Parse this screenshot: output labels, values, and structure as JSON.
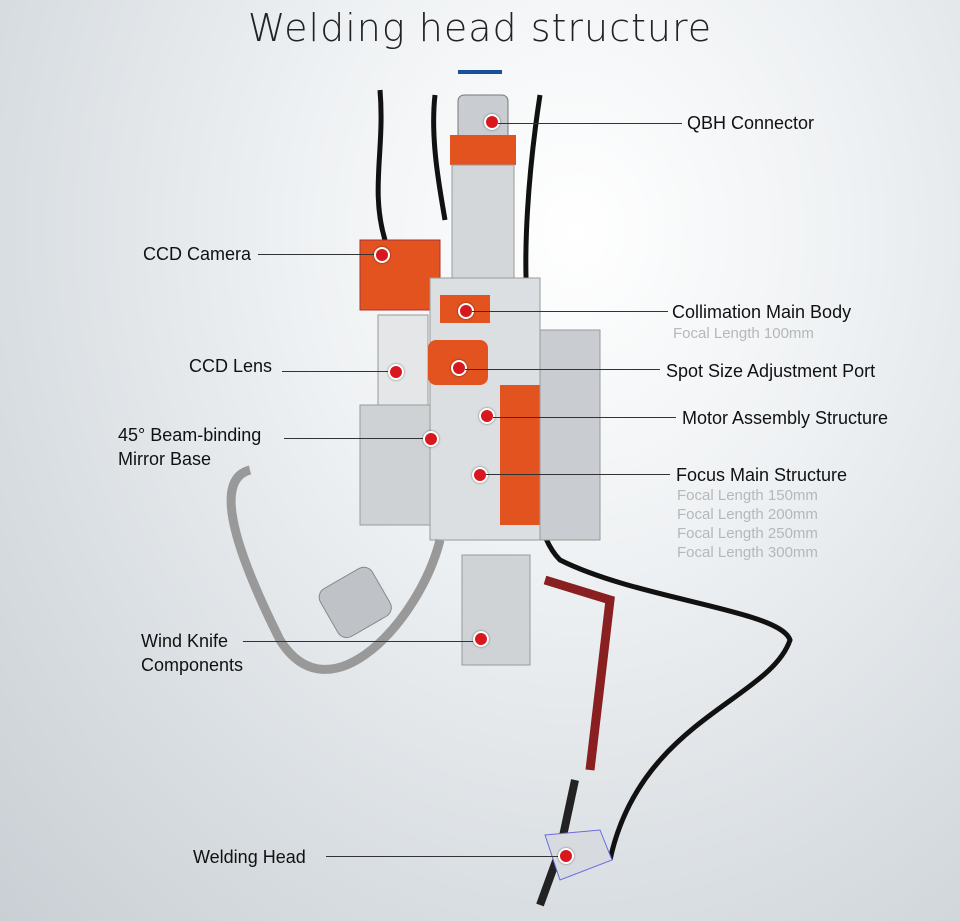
{
  "title": "Welding head structure",
  "colors": {
    "accent": "#1a4f9c",
    "marker": "#d8181e",
    "body_orange": "#e2531f"
  },
  "labels": {
    "qbh": "QBH Connector",
    "ccd_camera": "CCD Camera",
    "collimation": "Collimation Main Body",
    "collimation_focal": "Focal Length 100mm",
    "ccd_lens": "CCD Lens",
    "spot_size": "Spot Size Adjustment Port",
    "motor": "Motor Assembly Structure",
    "mirror_base_1": "45° Beam-binding",
    "mirror_base_2": "Mirror Base",
    "focus": "Focus Main Structure",
    "focus_focal": [
      "Focal Length 150mm",
      "Focal Length 200mm",
      "Focal Length 250mm",
      "Focal Length 300mm"
    ],
    "wind_knife_1": "Wind Knife",
    "wind_knife_2": "Components",
    "welding_head": "Welding Head"
  }
}
